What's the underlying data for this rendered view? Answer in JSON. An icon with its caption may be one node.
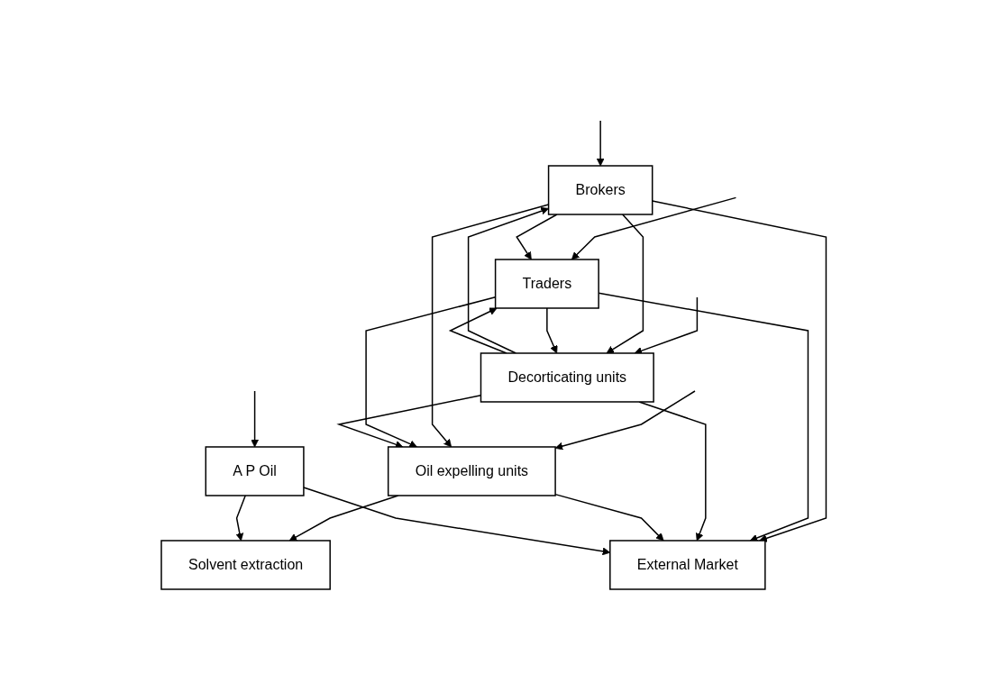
{
  "diagram": {
    "nodes": [
      {
        "text": [
          "Brokers"
        ]
      },
      {
        "text": [
          "Traders"
        ]
      },
      {
        "text": [
          "Decorticating units"
        ]
      },
      {
        "text": [
          "A P Oil"
        ]
      },
      {
        "text": [
          "Oil expelling units"
        ]
      },
      {
        "text": [
          "Solvent extraction"
        ]
      },
      {
        "text": [
          "External Market"
        ]
      }
    ],
    "edges": [
      {
        "from": null,
        "to": 0,
        "arrow": "to"
      },
      {
        "from": null,
        "to": 3,
        "arrow": "to"
      },
      {
        "from": null,
        "to": 1,
        "arrow": "to"
      },
      {
        "from": null,
        "to": 2,
        "arrow": "to"
      },
      {
        "from": null,
        "to": 4,
        "arrow": "to"
      },
      {
        "from": 0,
        "to": 1,
        "arrow": "to"
      },
      {
        "from": 2,
        "to": 0,
        "arrow": "to"
      },
      {
        "from": 0,
        "to": 2,
        "arrow": "to"
      },
      {
        "from": 0,
        "to": 4,
        "arrow": "to"
      },
      {
        "from": 0,
        "to": 6,
        "arrow": "to"
      },
      {
        "from": 1,
        "to": 2,
        "arrow": "to"
      },
      {
        "from": 2,
        "to": 1,
        "arrow": "to"
      },
      {
        "from": 1,
        "to": 4,
        "arrow": "to"
      },
      {
        "from": 1,
        "to": 6,
        "arrow": "to"
      },
      {
        "from": 2,
        "to": 4,
        "arrow": "to"
      },
      {
        "from": 2,
        "to": 6,
        "arrow": "to"
      },
      {
        "from": 4,
        "to": 5,
        "arrow": "to"
      },
      {
        "from": 4,
        "to": 6,
        "arrow": "to"
      },
      {
        "from": 3,
        "to": 5,
        "arrow": "to"
      },
      {
        "from": 3,
        "to": 6,
        "arrow": "to"
      }
    ]
  }
}
